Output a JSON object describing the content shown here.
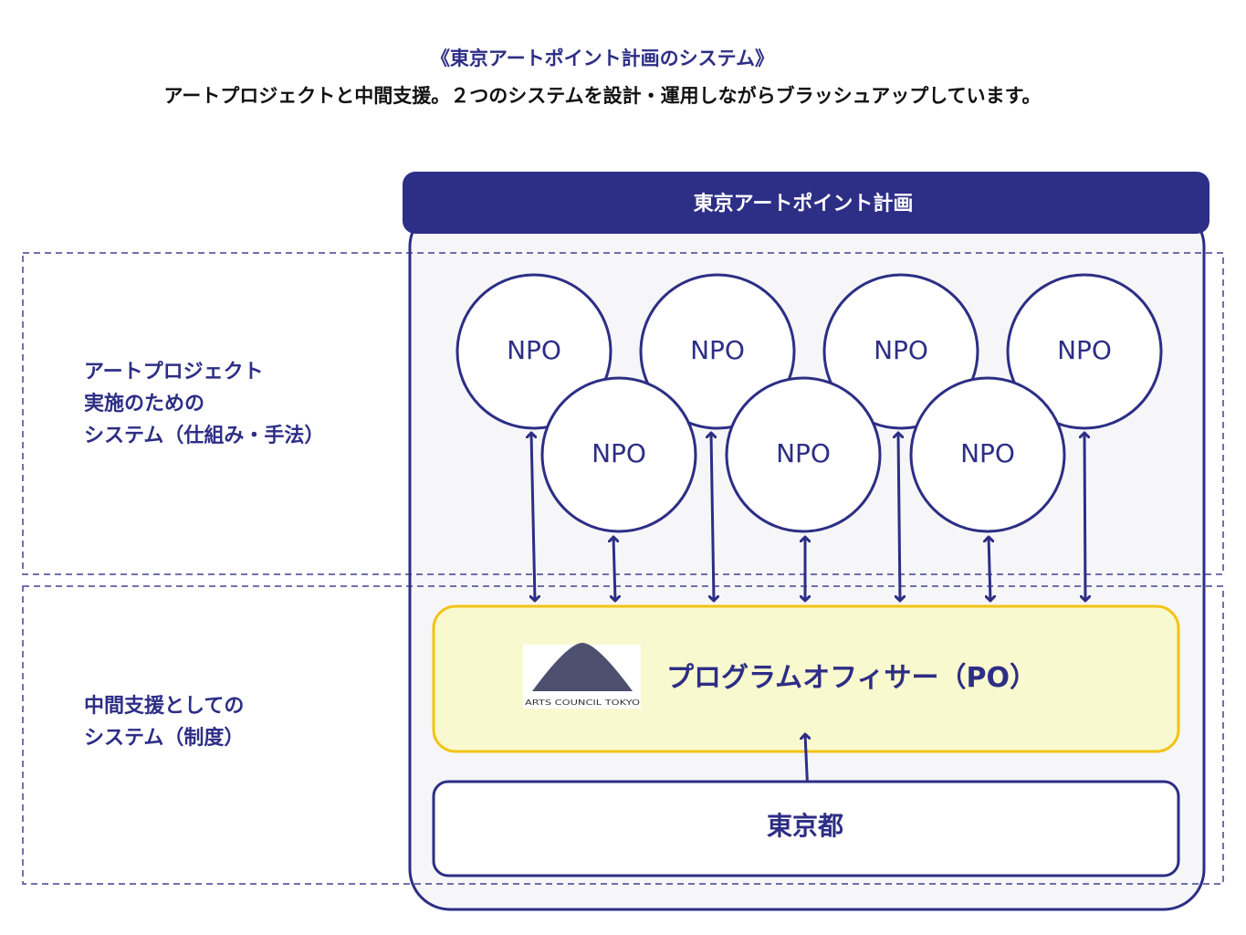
{
  "header": {
    "subtitle": "《東京アートポイント計画のシステム》",
    "headline": "アートプロジェクトと中間支援。２つのシステムを設計・運用しながらブラッシュアップしています。"
  },
  "zones": {
    "upper": {
      "lines": [
        "アートプロジェクト",
        "実施のための",
        "システム（仕組み・手法）"
      ]
    },
    "lower": {
      "lines": [
        "中間支援としての",
        "システム（制度）"
      ]
    }
  },
  "program": {
    "title": "東京アートポイント計画"
  },
  "npo_nodes": [
    {
      "label": "NPO"
    },
    {
      "label": "NPO"
    },
    {
      "label": "NPO"
    },
    {
      "label": "NPO"
    },
    {
      "label": "NPO"
    },
    {
      "label": "NPO"
    },
    {
      "label": "NPO"
    }
  ],
  "po_box": {
    "label": "プログラムオフィサー（PO）",
    "logo_text": "ARTS COUNCIL TOKYO"
  },
  "tokyo_box": {
    "label": "東京都"
  },
  "colors": {
    "navy": "#2d2e85",
    "po_fill": "#f9f9cf",
    "po_border": "#f2c314",
    "container_fill": "#f6f6f8",
    "logo_mountain": "#4e5070"
  }
}
